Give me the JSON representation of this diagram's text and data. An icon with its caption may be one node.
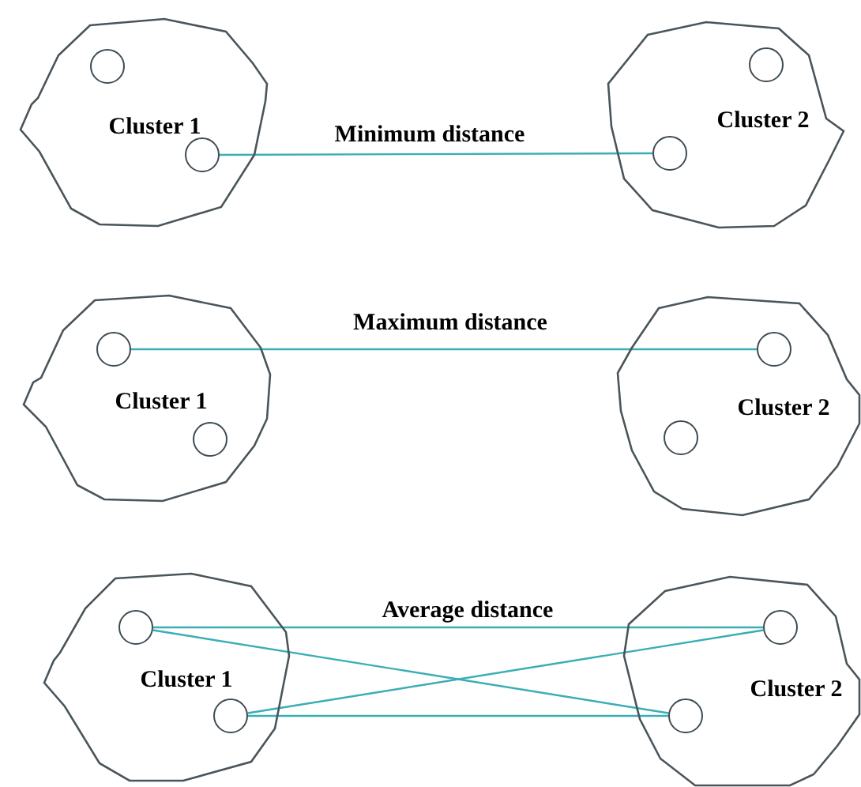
{
  "diagram": {
    "nodes": [
      {
        "text": [
          "Cluster 1"
        ]
      },
      {
        "text": [],
        "shape": "circle",
        "in": 0
      },
      {
        "text": [],
        "shape": "circle",
        "in": 0
      },
      {
        "text": [
          "Cluster 2"
        ]
      },
      {
        "text": [],
        "shape": "circle",
        "in": 3
      },
      {
        "text": [],
        "shape": "circle",
        "in": 3
      },
      {
        "text": [
          "Cluster 1"
        ]
      },
      {
        "text": [],
        "shape": "circle",
        "in": 6
      },
      {
        "text": [],
        "shape": "circle",
        "in": 6
      },
      {
        "text": [
          "Cluster 2"
        ]
      },
      {
        "text": [],
        "shape": "circle",
        "in": 9
      },
      {
        "text": [],
        "shape": "circle",
        "in": 9
      },
      {
        "text": [
          "Cluster 1"
        ]
      },
      {
        "text": [],
        "shape": "circle",
        "in": 12
      },
      {
        "text": [],
        "shape": "circle",
        "in": 12
      },
      {
        "text": [
          "Cluster 2"
        ]
      },
      {
        "text": [],
        "shape": "circle",
        "in": 15
      },
      {
        "text": [],
        "shape": "circle",
        "in": 15
      }
    ],
    "edges": [
      {
        "from": 2,
        "to": 5,
        "arrow": "none"
      },
      {
        "from": 7,
        "to": 10,
        "arrow": "none"
      },
      {
        "from": 13,
        "to": 16,
        "arrow": "none"
      },
      {
        "from": 13,
        "to": 17,
        "arrow": "none"
      },
      {
        "from": 14,
        "to": 16,
        "arrow": "none"
      },
      {
        "from": 14,
        "to": 17,
        "arrow": "none"
      }
    ],
    "labels": [
      "Minimum distance",
      "Maximum distance",
      "Average distance"
    ]
  }
}
